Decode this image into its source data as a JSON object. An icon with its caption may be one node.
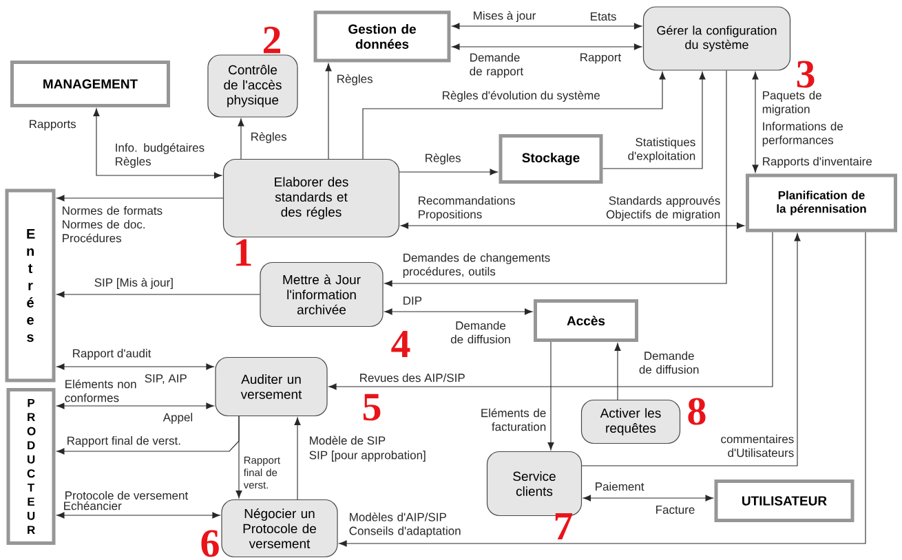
{
  "diagram": {
    "nodes": [
      {
        "text": [
          "MANAGEMENT"
        ]
      },
      {
        "text": [
          "Contrôle de l'accès physique"
        ]
      },
      {
        "text": [
          "Gestion de données"
        ]
      },
      {
        "text": [
          "Gérer la configuration du système"
        ]
      },
      {
        "text": [
          "Elaborer des standards et des régles"
        ]
      },
      {
        "text": [
          "Stockage"
        ]
      },
      {
        "text": [
          "Planification de la pérennisation"
        ]
      },
      {
        "text": [
          "Entrées"
        ]
      },
      {
        "text": [
          "Mettre à Jour l'information archivée"
        ]
      },
      {
        "text": [
          "Accès"
        ]
      },
      {
        "text": [
          "Auditer un versement"
        ]
      },
      {
        "text": [
          "PRODUCTEUR"
        ]
      },
      {
        "text": [
          "Activer les requêtes"
        ]
      },
      {
        "text": [
          "Service clients"
        ]
      },
      {
        "text": [
          "UTILISATEUR"
        ]
      },
      {
        "text": [
          "Négocier un Protocole de versement"
        ]
      }
    ],
    "edges": [
      {
        "from": 4,
        "to": 0,
        "arrow": "both",
        "label": "Info. budgétaires Règles"
      },
      {
        "from": 4,
        "to": 1,
        "arrow": "to",
        "label": "Règles"
      },
      {
        "from": 4,
        "to": 2,
        "arrow": "to",
        "label": "Règles"
      },
      {
        "from": 4,
        "to": 3,
        "arrow": "to",
        "label": "Règles d'évolution du système"
      },
      {
        "from": 4,
        "to": 5,
        "arrow": "to",
        "label": "Règles"
      },
      {
        "from": 5,
        "to": 3,
        "arrow": "to",
        "label": "Statistiques d'exploitation"
      },
      {
        "from": 3,
        "to": 2,
        "arrow": "both",
        "label": "Mises à jour"
      },
      {
        "from": 3,
        "to": 2,
        "arrow": "both",
        "label": "Demande de rapport"
      },
      {
        "from": 3,
        "to": 6,
        "arrow": "both",
        "label": "Informations de performances"
      },
      {
        "from": 4,
        "to": 6,
        "arrow": "both",
        "label": "Recommandations Propositions"
      },
      {
        "from": 4,
        "to": 7,
        "arrow": "to",
        "label": "Normes de formats Normes de doc. Procédures"
      },
      {
        "from": 3,
        "to": 8,
        "arrow": "to",
        "label": "Demandes de changements procédures, outils"
      },
      {
        "from": 8,
        "to": 7,
        "arrow": "to",
        "label": "SIP [Mis à jour]"
      },
      {
        "from": 8,
        "to": 9,
        "arrow": "both",
        "label": "DIP"
      },
      {
        "from": 10,
        "to": 7,
        "arrow": "both",
        "label": "Rapport d'audit"
      },
      {
        "from": 10,
        "to": 11,
        "arrow": "both",
        "label": "Eléments non conformes"
      },
      {
        "from": 10,
        "to": 11,
        "arrow": "to",
        "label": "Rapport final de verst."
      },
      {
        "from": 10,
        "to": 15,
        "arrow": "to",
        "label": "Rapport final de verst."
      },
      {
        "from": 15,
        "to": 10,
        "arrow": "to",
        "label": "Modèle de SIP"
      },
      {
        "from": 15,
        "to": 11,
        "arrow": "both",
        "label": "Protocole de versement"
      },
      {
        "from": 6,
        "to": 10,
        "arrow": "to",
        "label": "Revues des AIP/SIP"
      },
      {
        "from": 9,
        "to": 13,
        "arrow": "to",
        "label": "Eléments de facturation"
      },
      {
        "from": 12,
        "to": 9,
        "arrow": "to",
        "label": "Demande de diffusion"
      },
      {
        "from": 13,
        "to": 6,
        "arrow": "to",
        "label": "commentaires d'Utilisateurs"
      },
      {
        "from": 13,
        "to": 14,
        "arrow": "both",
        "label": "Paiement"
      },
      {
        "from": 6,
        "to": 15,
        "arrow": "to",
        "label": "Modèles d'AIP/SIP Conseils d'adaptation"
      }
    ],
    "labels": [
      "Etats",
      "2",
      "Rapport",
      "3",
      "Paquets de migration",
      "Rapports",
      "Rapports d'inventaire",
      "Standards approuvés Objectifs de migration",
      "1",
      "Demande de diffusion",
      "4",
      "SIP, AIP",
      "5",
      "Appel",
      "8",
      "SIP [pour approbation]",
      "Echéancier",
      "Facture",
      "7",
      "6"
    ]
  }
}
